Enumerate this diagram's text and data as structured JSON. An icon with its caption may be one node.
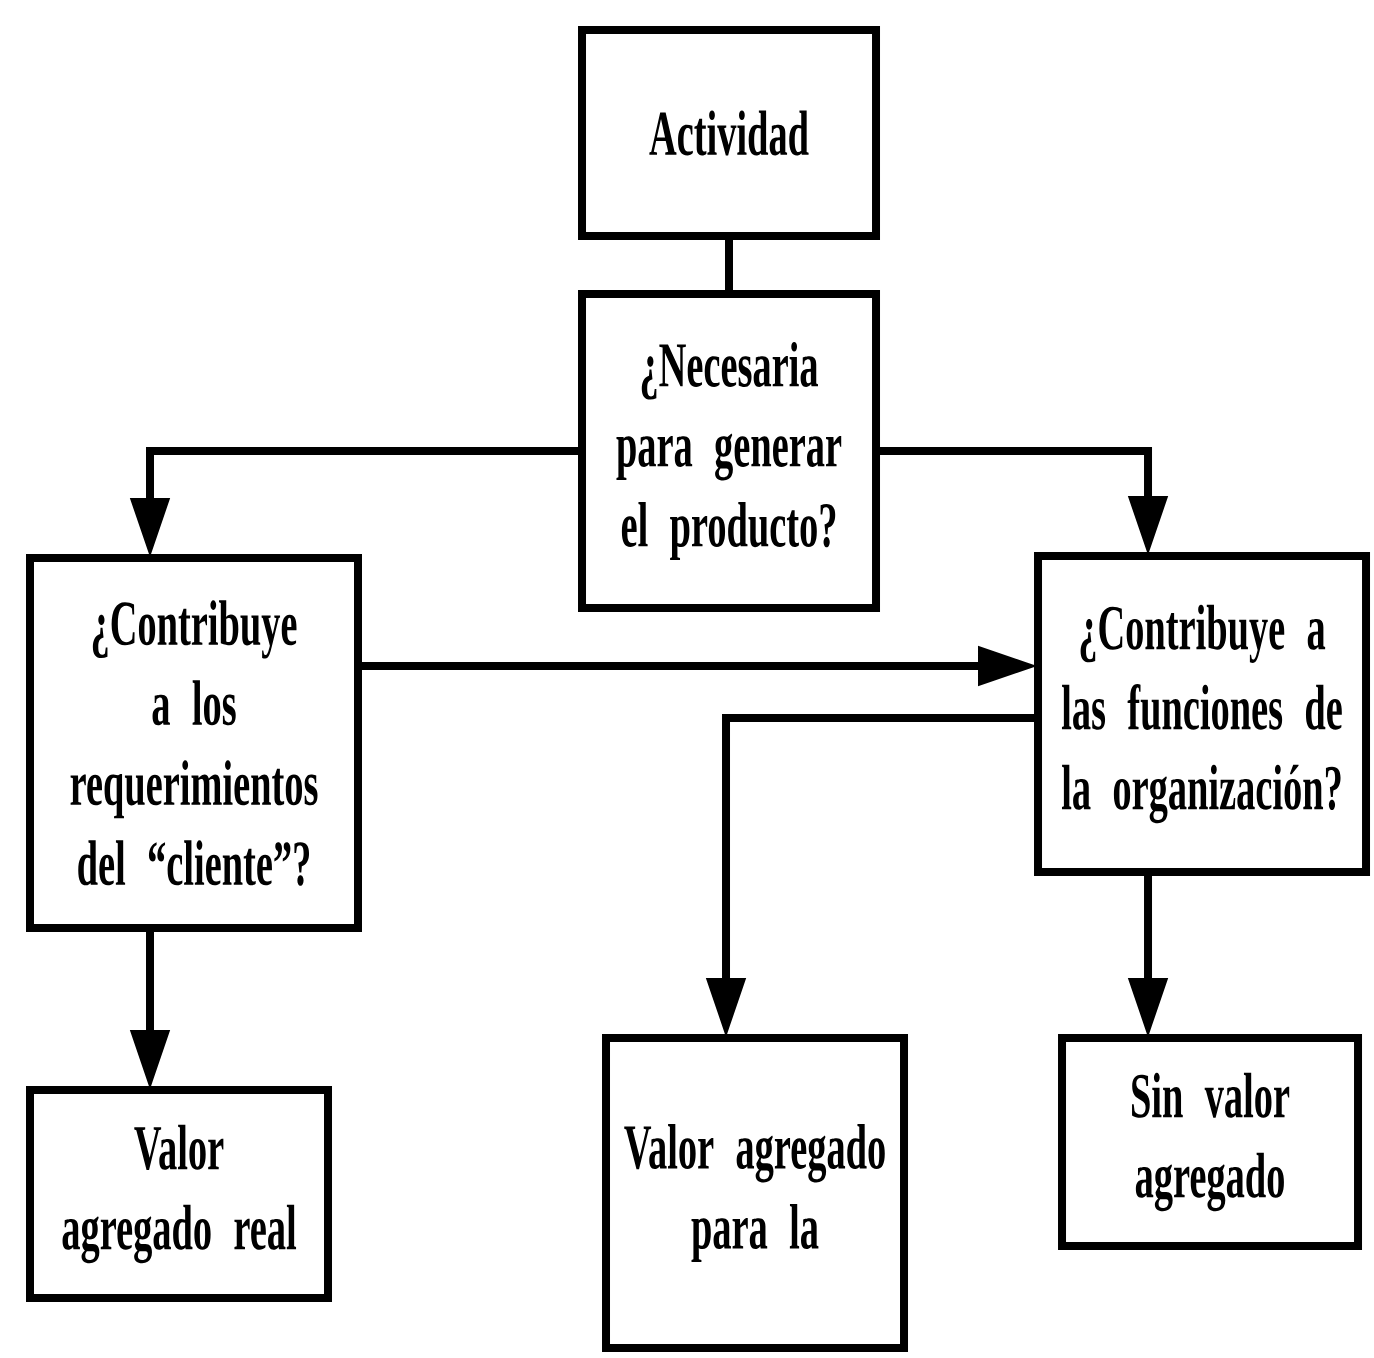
{
  "diagram": {
    "nodes": [
      {
        "text": [
          "Actividad"
        ]
      },
      {
        "text": [
          "¿Necesaria para generar el producto?"
        ]
      },
      {
        "text": [
          "¿Contribuye a los requerimientos del “cliente”?"
        ]
      },
      {
        "text": [
          "¿Contribuye a las funciones de la organización?"
        ]
      },
      {
        "text": [
          "Valor agregado real"
        ]
      },
      {
        "text": [
          "Valor agregado para la"
        ]
      },
      {
        "text": [
          "Sin valor agregado"
        ]
      }
    ],
    "edges": [
      {
        "from": 0,
        "to": 1,
        "arrow": "none"
      },
      {
        "from": 1,
        "to": 2,
        "arrow": "to"
      },
      {
        "from": 1,
        "to": 3,
        "arrow": "to"
      },
      {
        "from": 2,
        "to": 3,
        "arrow": "to"
      },
      {
        "from": 2,
        "to": 4,
        "arrow": "to"
      },
      {
        "from": 3,
        "to": 5,
        "arrow": "to"
      },
      {
        "from": 3,
        "to": 6,
        "arrow": "to"
      }
    ]
  }
}
